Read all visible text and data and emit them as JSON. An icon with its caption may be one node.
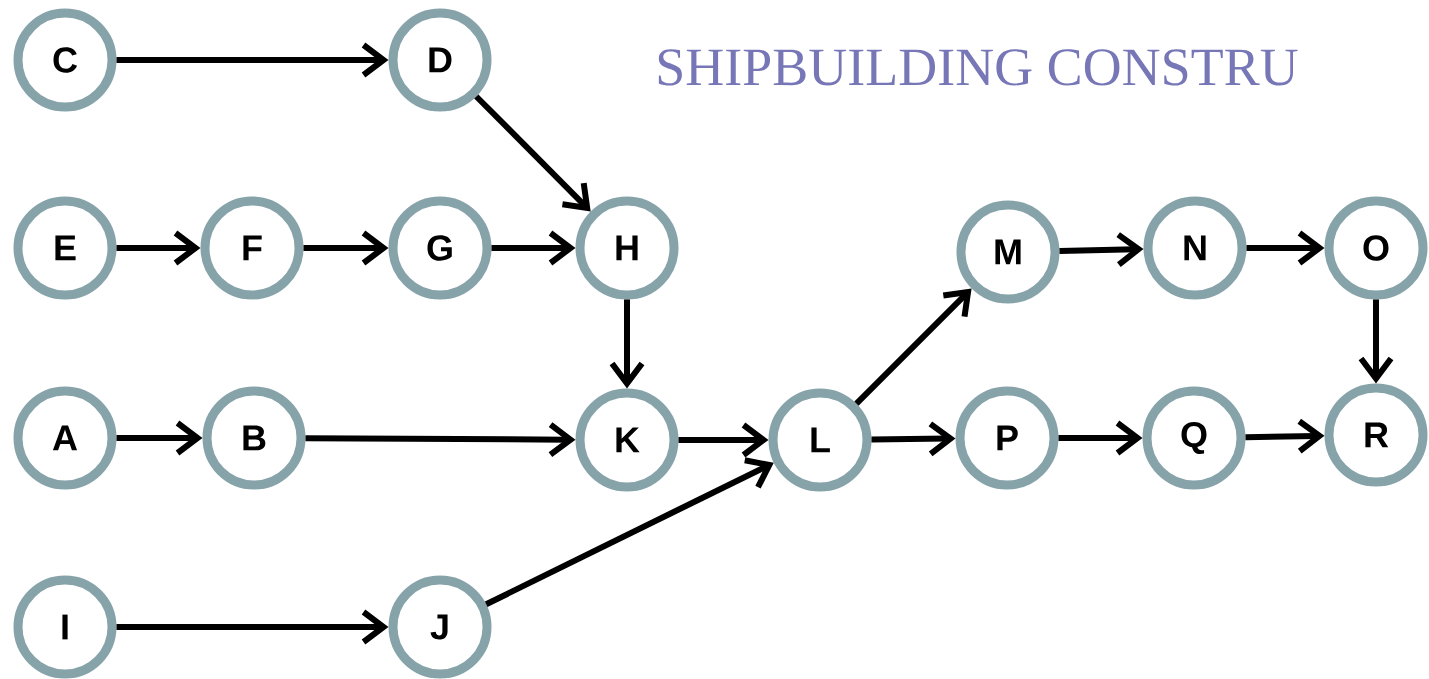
{
  "diagram": {
    "nodes": [
      {
        "text": [
          "C"
        ]
      },
      {
        "text": [
          "D"
        ]
      },
      {
        "text": [
          "E"
        ]
      },
      {
        "text": [
          "F"
        ]
      },
      {
        "text": [
          "G"
        ]
      },
      {
        "text": [
          "H"
        ]
      },
      {
        "text": [
          "M"
        ]
      },
      {
        "text": [
          "N"
        ]
      },
      {
        "text": [
          "O"
        ]
      },
      {
        "text": [
          "A"
        ]
      },
      {
        "text": [
          "B"
        ]
      },
      {
        "text": [
          "K"
        ]
      },
      {
        "text": [
          "L"
        ]
      },
      {
        "text": [
          "P"
        ]
      },
      {
        "text": [
          "Q"
        ]
      },
      {
        "text": [
          "R"
        ]
      },
      {
        "text": [
          "I"
        ]
      },
      {
        "text": [
          "J"
        ]
      }
    ],
    "edges": [
      {
        "from": 0,
        "to": 1,
        "arrow": "to"
      },
      {
        "from": 1,
        "to": 5,
        "arrow": "to"
      },
      {
        "from": 2,
        "to": 3,
        "arrow": "to"
      },
      {
        "from": 3,
        "to": 4,
        "arrow": "to"
      },
      {
        "from": 4,
        "to": 5,
        "arrow": "to"
      },
      {
        "from": 5,
        "to": 11,
        "arrow": "to"
      },
      {
        "from": 9,
        "to": 10,
        "arrow": "to"
      },
      {
        "from": 10,
        "to": 11,
        "arrow": "to"
      },
      {
        "from": 11,
        "to": 12,
        "arrow": "to"
      },
      {
        "from": 16,
        "to": 17,
        "arrow": "to"
      },
      {
        "from": 17,
        "to": 12,
        "arrow": "to"
      },
      {
        "from": 12,
        "to": 6,
        "arrow": "to"
      },
      {
        "from": 12,
        "to": 13,
        "arrow": "to"
      },
      {
        "from": 6,
        "to": 7,
        "arrow": "to"
      },
      {
        "from": 7,
        "to": 8,
        "arrow": "to"
      },
      {
        "from": 8,
        "to": 15,
        "arrow": "to"
      },
      {
        "from": 13,
        "to": 14,
        "arrow": "to"
      },
      {
        "from": 14,
        "to": 15,
        "arrow": "to"
      }
    ],
    "labels": [
      "SHIPBUILDING CONSTRU"
    ]
  }
}
